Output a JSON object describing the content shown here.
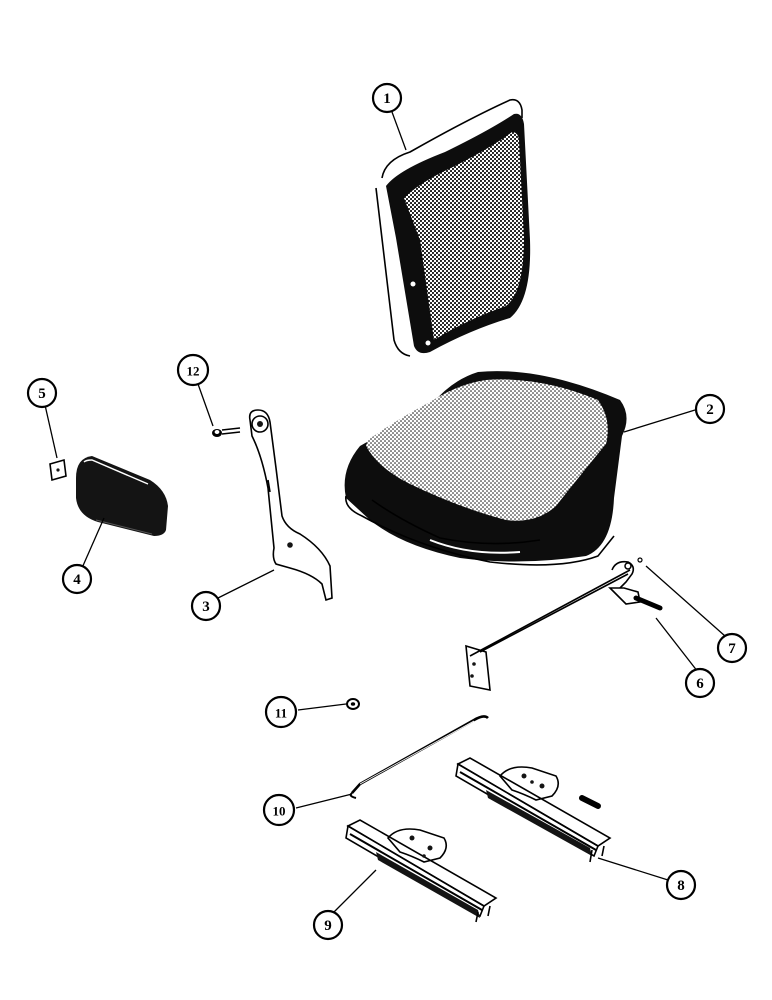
{
  "diagram": {
    "parts": [
      {
        "id": "seat-back",
        "callout": "1"
      },
      {
        "id": "seat-cushion",
        "callout": "2"
      },
      {
        "id": "back-support-bracket",
        "callout": "3"
      },
      {
        "id": "armrest-pad",
        "callout": "4"
      },
      {
        "id": "armrest-plate",
        "callout": "5"
      },
      {
        "id": "adjuster-handle",
        "callout": "6"
      },
      {
        "id": "retaining-pin",
        "callout": "7"
      },
      {
        "id": "right-seat-track",
        "callout": "8"
      },
      {
        "id": "left-seat-track",
        "callout": "9"
      },
      {
        "id": "connecting-rod",
        "callout": "10"
      },
      {
        "id": "nut",
        "callout": "11"
      },
      {
        "id": "bolt",
        "callout": "12"
      }
    ]
  }
}
